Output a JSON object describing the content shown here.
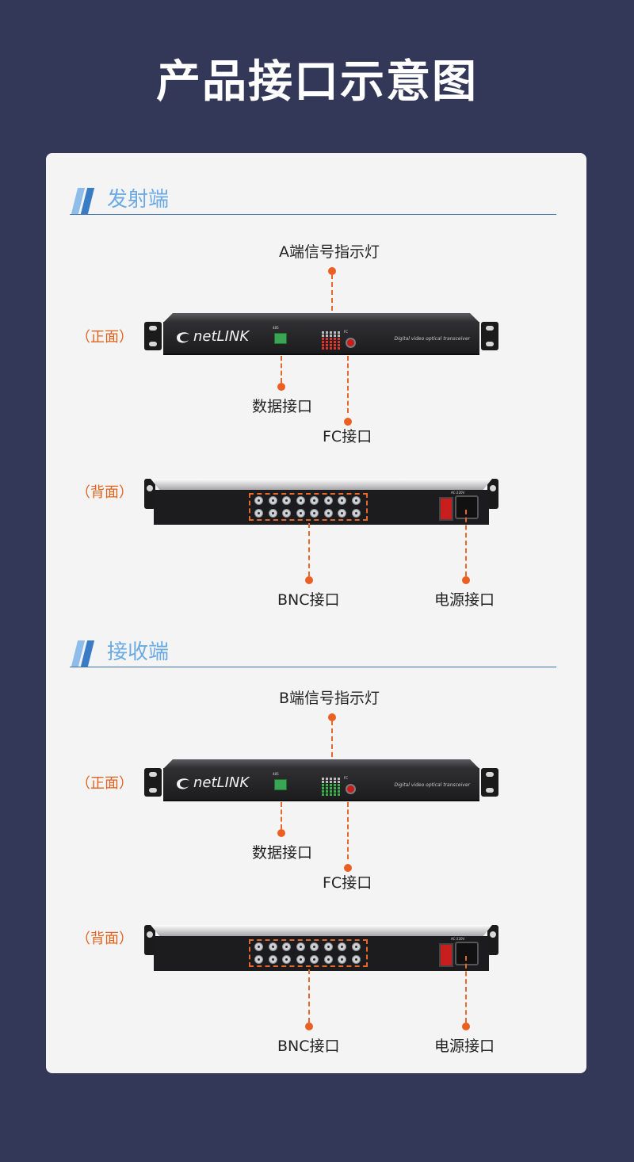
{
  "page": {
    "title": "产品接口示意图"
  },
  "sections": [
    {
      "heading": "发射端",
      "front": {
        "side_label": "（正面）",
        "led_callout": "A端信号指示灯",
        "data_port_callout": "数据接口",
        "fc_port_callout": "FC接口",
        "led_color": "#e0342b"
      },
      "back": {
        "side_label": "（背面）",
        "bnc_callout": "BNC接口",
        "power_callout": "电源接口"
      }
    },
    {
      "heading": "接收端",
      "front": {
        "side_label": "（正面）",
        "led_callout": "B端信号指示灯",
        "data_port_callout": "数据接口",
        "fc_port_callout": "FC接口",
        "led_color": "#38b34a"
      },
      "back": {
        "side_label": "（背面）",
        "bnc_callout": "BNC接口",
        "power_callout": "电源接口"
      }
    }
  ],
  "device": {
    "brand": "netLINK",
    "front_caption": "Digital video optical transceiver",
    "power_label": "AC-220V",
    "bnc_count": 16
  },
  "colors": {
    "background": "#343858",
    "card": "#f4f4f5",
    "accent_orange": "#e8682a",
    "heading_blue": "#6aaae4"
  }
}
